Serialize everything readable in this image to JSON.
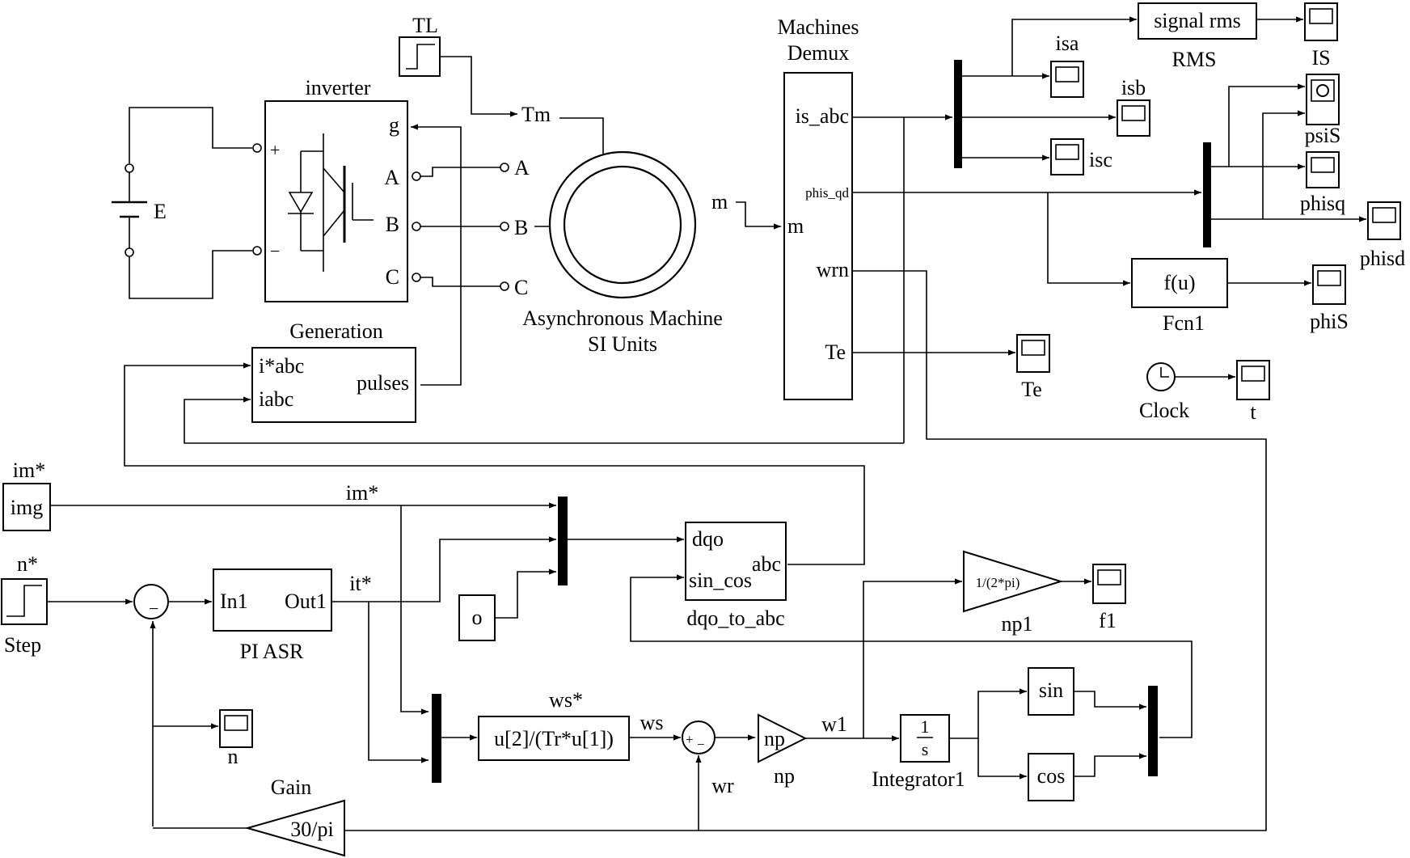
{
  "blocks": {
    "tl": "TL",
    "inverter": {
      "title": "inverter",
      "port_g": "g",
      "port_a": "A",
      "port_b": "B",
      "port_c": "C",
      "plus": "+",
      "minus": "−"
    },
    "dc_source": "E",
    "machine": {
      "tm": "Tm",
      "a": "A",
      "b": "B",
      "c": "C",
      "title_line1": "Asynchronous Machine",
      "title_line2": "SI Units"
    },
    "demux": {
      "title_line1": "Machines",
      "title_line2": "Demux",
      "is_abc": "is_abc",
      "phis_qd": "phis_qd",
      "m_in": "m",
      "wrn": "wrn",
      "te": "Te"
    },
    "m_label": "m",
    "generation": {
      "title": "Generation",
      "in1": "i*abc",
      "in2": "iabc",
      "out": "pulses"
    },
    "scopes": {
      "isa": "isa",
      "isb": "isb",
      "isc": "isc",
      "is": "IS",
      "psis": "psiS",
      "phisq": "phisq",
      "phisd": "phisd",
      "phis": "phiS",
      "te": "Te",
      "t": "t",
      "f1": "f1",
      "n": "n"
    },
    "rms": {
      "text": "signal rms",
      "title": "RMS"
    },
    "fcn": {
      "text": "f(u)",
      "title": "Fcn1"
    },
    "clock": "Clock",
    "im_const": {
      "label": "im*",
      "text": "img"
    },
    "step": {
      "label": "n*",
      "title": "Step"
    },
    "im_wire": "im*",
    "it_wire": "it*",
    "pi": {
      "in": "In1",
      "out": "Out1",
      "title": "PI ASR"
    },
    "zero": "o",
    "dqo": {
      "in1": "dqo",
      "in2": "sin_cos",
      "out": "abc",
      "title": "dqo_to_abc"
    },
    "np1": {
      "text": "1/(2*pi)",
      "title": "np1"
    },
    "ws_fcn": {
      "text": "u[2]/(Tr*u[1])",
      "title": "ws*",
      "out": "ws"
    },
    "sum": {
      "sign1": "+",
      "sign2": "−"
    },
    "wr": "wr",
    "np": {
      "text": "np",
      "title": "np"
    },
    "w1": "w1",
    "integrator": {
      "num": "1",
      "den": "s",
      "title": "Integrator1"
    },
    "sin": "sin",
    "cos": "cos",
    "gain": {
      "text": "30/pi",
      "title": "Gain"
    }
  }
}
